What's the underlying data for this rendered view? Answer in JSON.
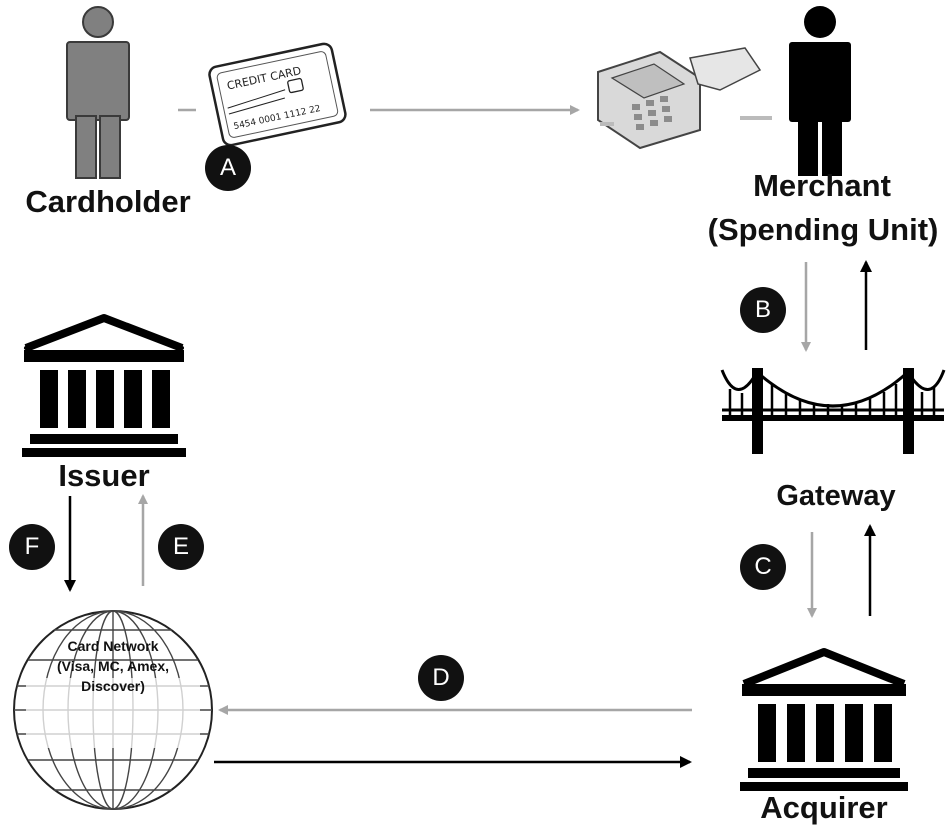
{
  "nodes": {
    "cardholder": "Cardholder",
    "merchant_line1": "Merchant",
    "merchant_line2": "(Spending Unit)",
    "gateway": "Gateway",
    "issuer": "Issuer",
    "acquirer": "Acquirer",
    "card_network_line1": "Card Network",
    "card_network_line2": "(Visa, MC, Amex,",
    "card_network_line3": "Discover)"
  },
  "card": {
    "brand_text": "CREDIT CARD",
    "number_text": "5454 0001 1112 22"
  },
  "steps": [
    "A",
    "B",
    "C",
    "D",
    "E",
    "F"
  ],
  "colors": {
    "request_arrow": "#a6a6a6",
    "response_arrow": "#000000",
    "person_cardholder": "#808080",
    "person_merchant": "#000000",
    "badge": "#111111"
  }
}
